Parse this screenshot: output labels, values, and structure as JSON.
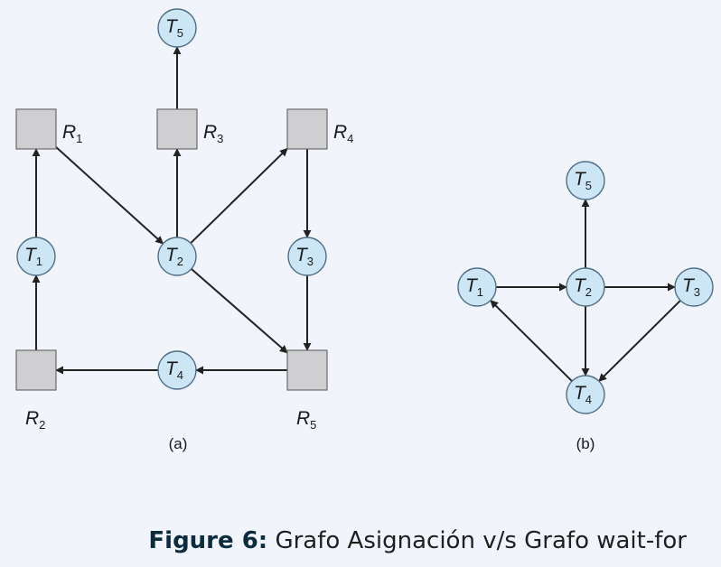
{
  "diagram_a": {
    "label": "(a)",
    "nodes": [
      {
        "id": "T5",
        "kind": "thread",
        "main": "T",
        "sub": "5"
      },
      {
        "id": "R1",
        "kind": "resource",
        "main": "R",
        "sub": "1"
      },
      {
        "id": "R3",
        "kind": "resource",
        "main": "R",
        "sub": "3"
      },
      {
        "id": "R4",
        "kind": "resource",
        "main": "R",
        "sub": "4"
      },
      {
        "id": "T1",
        "kind": "thread",
        "main": "T",
        "sub": "1"
      },
      {
        "id": "T2",
        "kind": "thread",
        "main": "T",
        "sub": "2"
      },
      {
        "id": "T3",
        "kind": "thread",
        "main": "T",
        "sub": "3"
      },
      {
        "id": "R2",
        "kind": "resource",
        "main": "R",
        "sub": "2"
      },
      {
        "id": "T4",
        "kind": "thread",
        "main": "T",
        "sub": "4"
      },
      {
        "id": "R5",
        "kind": "resource",
        "main": "R",
        "sub": "5"
      }
    ],
    "edges": [
      {
        "from": "R3",
        "to": "T5"
      },
      {
        "from": "T1",
        "to": "R1"
      },
      {
        "from": "R1",
        "to": "T2"
      },
      {
        "from": "T2",
        "to": "R3"
      },
      {
        "from": "T2",
        "to": "R4"
      },
      {
        "from": "R4",
        "to": "T3"
      },
      {
        "from": "T3",
        "to": "R5"
      },
      {
        "from": "T2",
        "to": "R5"
      },
      {
        "from": "R2",
        "to": "T1"
      },
      {
        "from": "R5",
        "to": "T4"
      },
      {
        "from": "T4",
        "to": "R2"
      }
    ]
  },
  "diagram_b": {
    "label": "(b)",
    "nodes": [
      {
        "id": "T5",
        "kind": "thread",
        "main": "T",
        "sub": "5"
      },
      {
        "id": "T1",
        "kind": "thread",
        "main": "T",
        "sub": "1"
      },
      {
        "id": "T2",
        "kind": "thread",
        "main": "T",
        "sub": "2"
      },
      {
        "id": "T3",
        "kind": "thread",
        "main": "T",
        "sub": "3"
      },
      {
        "id": "T4",
        "kind": "thread",
        "main": "T",
        "sub": "4"
      }
    ],
    "edges": [
      {
        "from": "T2",
        "to": "T5"
      },
      {
        "from": "T1",
        "to": "T2"
      },
      {
        "from": "T2",
        "to": "T3"
      },
      {
        "from": "T2",
        "to": "T4"
      },
      {
        "from": "T3",
        "to": "T4"
      },
      {
        "from": "T4",
        "to": "T1"
      }
    ]
  },
  "caption": {
    "label": "Figure 6:",
    "text": "Grafo Asignación v/s Grafo wait-for"
  },
  "colors": {
    "background": "#f2f4fb",
    "thread_fill": "#cde6f6",
    "thread_stroke": "#4f6f86",
    "resource_fill": "#cfcfd1",
    "resource_stroke": "#6b6b6b",
    "edge": "#222222"
  }
}
